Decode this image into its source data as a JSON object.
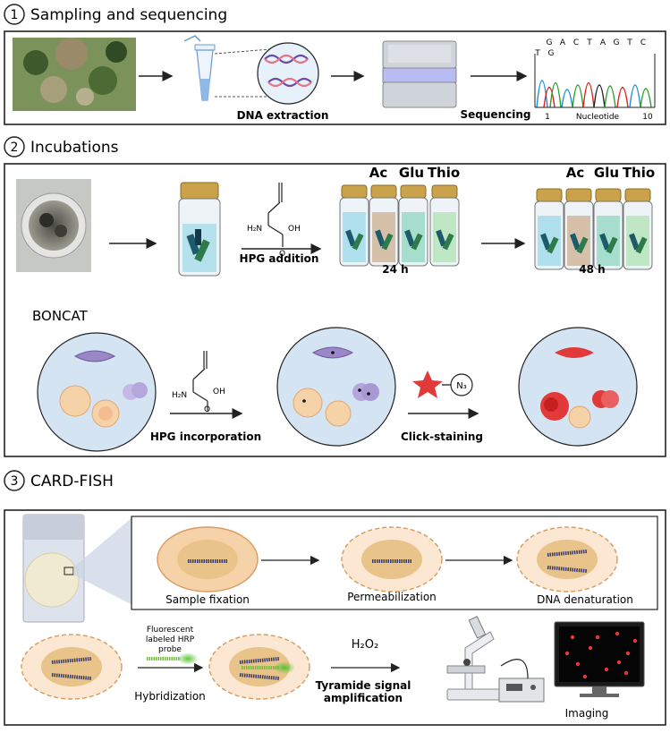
{
  "section1": {
    "number": "1",
    "title": "Sampling and sequencing",
    "dna_extraction": "DNA extraction",
    "sequencing": "Sequencing",
    "chromatogram": {
      "bases_top": [
        "G",
        "A",
        "C",
        "T",
        "A",
        "G",
        "T",
        "C"
      ],
      "bases_low": [
        "T",
        "G"
      ],
      "axis_start": "1",
      "axis_label": "Nucleotide",
      "axis_end": "10"
    }
  },
  "section2": {
    "number": "2",
    "title": "Incubations",
    "hpg_addition": "HPG addition",
    "time_24": "24 h",
    "time_48": "48 h",
    "vial_labels": [
      "Ac",
      "Glu",
      "Thio"
    ],
    "boncat": "BONCAT",
    "hpg_incorporation": "HPG incorporation",
    "click_staining": "Click-staining",
    "hpg_structure": {
      "nh2": "H₂N",
      "oh": "OH",
      "o": "O"
    },
    "azide": "N₃"
  },
  "section3": {
    "number": "3",
    "title": "CARD-FISH",
    "sample_fixation": "Sample fixation",
    "permeabilization": "Permeabilization",
    "dna_denaturation": "DNA denaturation",
    "probe_label": [
      "Fluorescent",
      "labeled HRP",
      "probe"
    ],
    "hybridization": "Hybridization",
    "h2o2": "H₂O₂",
    "tyramide": [
      "Tyramide signal",
      "amplification"
    ],
    "imaging": "Imaging"
  },
  "colors": {
    "frame": "#222222",
    "vial_cap": "#c9a24a",
    "cell_bg": "#d5e4f3",
    "peach": "#f6d2a8",
    "purple": "#9b86c6",
    "red": "#e23a3a",
    "green_signal": "#6fbf3c"
  }
}
